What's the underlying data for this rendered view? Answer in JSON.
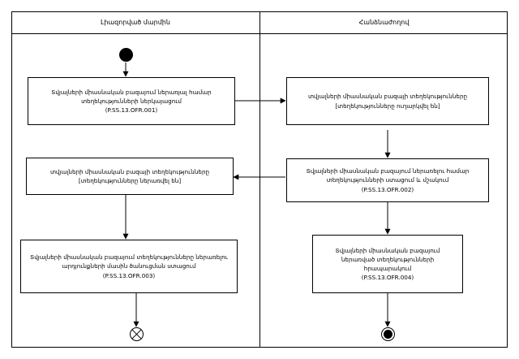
{
  "diagram": {
    "lanes": [
      {
        "name": "lane-left",
        "title": "Լիազորված մարմին"
      },
      {
        "name": "lane-right",
        "title": "Հանձնաժողով"
      }
    ],
    "nodes": [
      {
        "id": "start",
        "type": "initial-node",
        "label": ""
      },
      {
        "id": "act1",
        "type": "action",
        "label": "Տվյալների միասնական բազայում ներառյալ համար\nտեղեկությունների ներկայացում\n(P.SS.13.OFR.001)"
      },
      {
        "id": "act2",
        "type": "action",
        "label": "տվյալների միասնական բազայի տեղեկությունները\n[տեղեկությունները ուղարկվել են]"
      },
      {
        "id": "act3",
        "type": "action",
        "label": "Տվյալների միասնական բազայում ներառելու համար\nտեղեկությունների ստացում և մշակում\n(P.SS.13.OFR.002)"
      },
      {
        "id": "act4",
        "type": "action",
        "label": "տվյալների միասնական բազայի տեղեկությունները\n[տեղեկությունները ներառվել են]"
      },
      {
        "id": "act5",
        "type": "action",
        "label": "Տվյալների միասնական բազայում տեղեկությունները ներառելու\nարդյունքների մասին ծանուցման ստացում\n(P.SS.13.OFR.003)"
      },
      {
        "id": "act6",
        "type": "action",
        "label": "Տվյալների միասնական բազայում\nներառված տեղեկությունների\nհրապարակում\n(P.SS.13.OFR.004)"
      },
      {
        "id": "flow-final",
        "type": "flow-final-node",
        "label": ""
      },
      {
        "id": "end",
        "type": "final-node",
        "label": ""
      }
    ],
    "colors": {
      "stroke": "#000000",
      "background": "#ffffff",
      "text": "#000000"
    }
  }
}
